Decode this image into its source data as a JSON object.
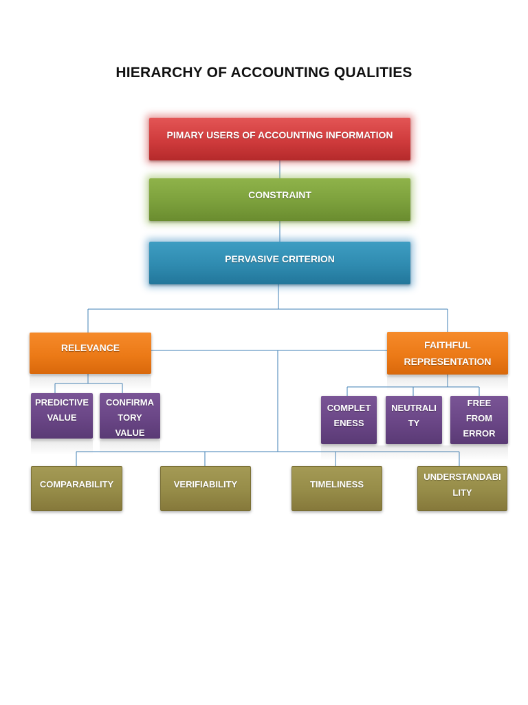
{
  "title": "HIERARCHY OF ACCOUNTING QUALITIES",
  "levels": {
    "users": "PIMARY USERS OF ACCOUNTING INFORMATION",
    "constraint": "CONSTRAINT",
    "criterion": "PERVASIVE CRITERION"
  },
  "primary_qualities": {
    "relevance": "RELEVANCE",
    "faithful": [
      "FAITHFUL",
      "REPRESENTATION"
    ]
  },
  "relevance_components": {
    "predictive": [
      "PREDICTIVE",
      "VALUE"
    ],
    "confirmatory": [
      "CONFIRMA",
      "TORY",
      "VALUE"
    ]
  },
  "faithful_components": {
    "complete": [
      "COMPLET",
      "ENESS"
    ],
    "neutrality": [
      "NEUTRALI",
      "TY"
    ],
    "free": [
      "FREE",
      "FROM",
      "ERROR"
    ]
  },
  "enhancing_qualities": {
    "comparability": "COMPARABILITY",
    "verifiability": "VERIFIABILITY",
    "timeliness": "TIMELINESS",
    "understandability": [
      "UNDERSTANDABI",
      "LITY"
    ]
  },
  "colors": {
    "users": "#cf3b3c",
    "constraint": "#7ca03c",
    "criterion": "#2f8bb0",
    "primary": "#ec7a17",
    "components": "#6a4686",
    "enhancing": "#968c48",
    "connector": "#3f7fb5"
  }
}
